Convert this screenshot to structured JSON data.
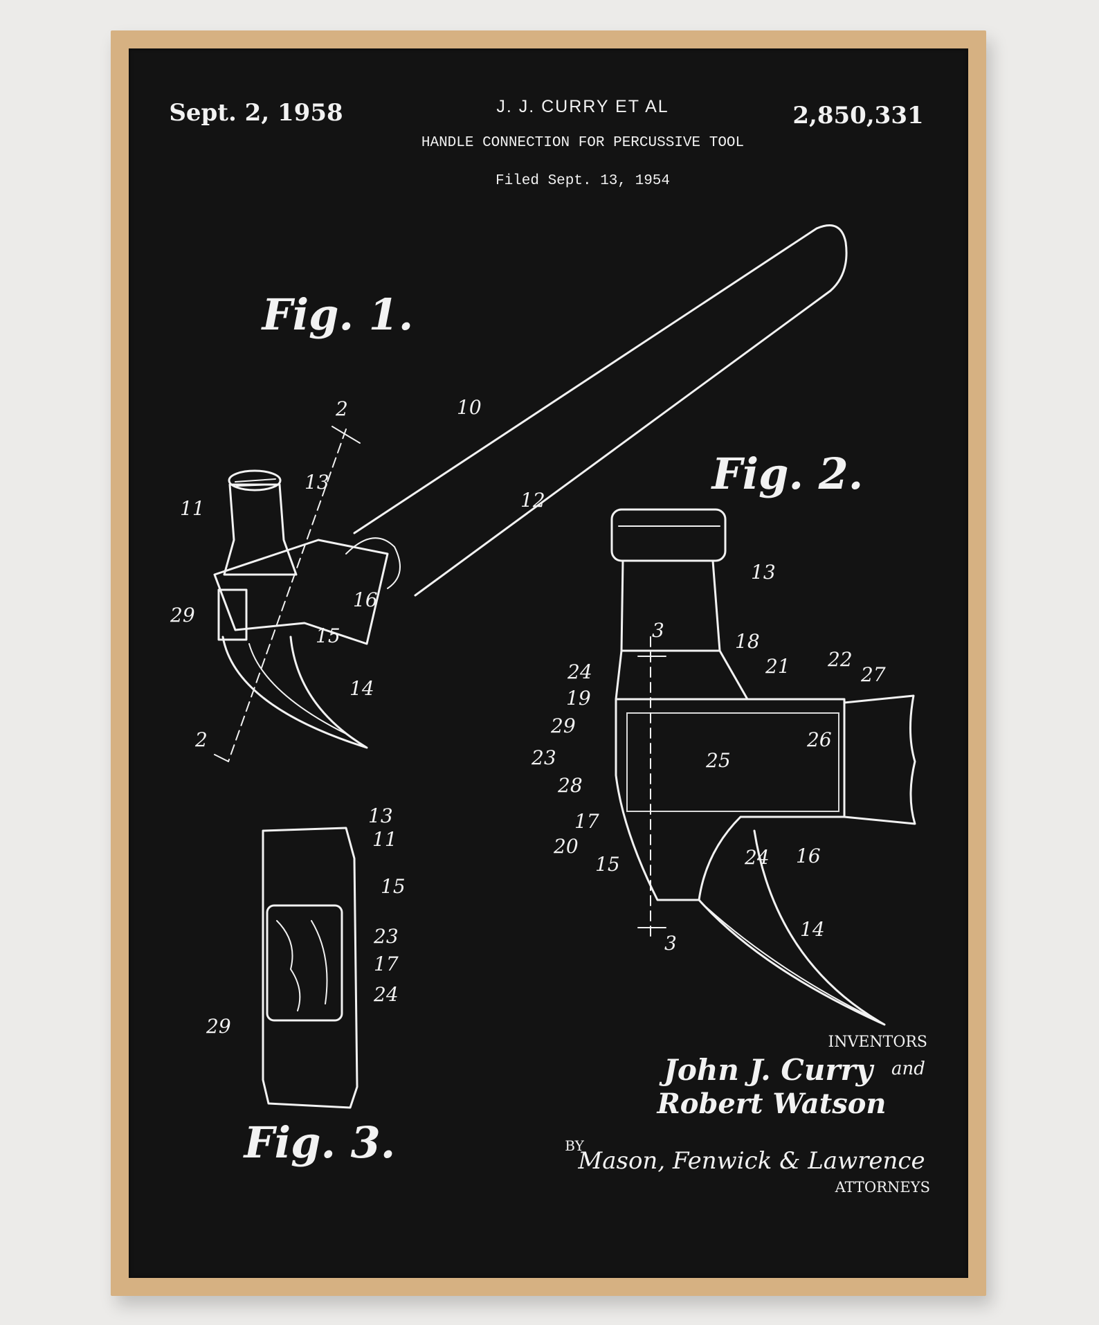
{
  "header": {
    "date": "Sept. 2, 1958",
    "inventor_line": "J. J. CURRY  ET AL",
    "title": "HANDLE CONNECTION FOR PERCUSSIVE TOOL",
    "filed": "Filed Sept. 13, 1954",
    "patent_number": "2,850,331"
  },
  "figures": {
    "fig1": "Fig. 1.",
    "fig2": "Fig. 2.",
    "fig3": "Fig. 3."
  },
  "fig1_labels": [
    "2",
    "10",
    "13",
    "11",
    "12",
    "16",
    "29",
    "15",
    "14",
    "2"
  ],
  "fig2_labels": [
    "13",
    "3",
    "18",
    "21",
    "22",
    "27",
    "24",
    "19",
    "29",
    "26",
    "23",
    "25",
    "28",
    "17",
    "20",
    "15",
    "24",
    "16",
    "14",
    "3"
  ],
  "fig3_labels": [
    "13",
    "11",
    "15",
    "23",
    "17",
    "24",
    "29"
  ],
  "footer": {
    "inventors_label": "INVENTORS",
    "and_text": "and",
    "inventor_1": "John J. Curry",
    "inventor_2": "Robert Watson",
    "by_label": "BY",
    "attorney_signature": "Mason, Fenwick & Lawrence",
    "attorneys_label": "ATTORNEYS"
  },
  "colors": {
    "frame": "#d6b182",
    "poster_background": "#131313",
    "ink": "#f2f2f2",
    "wall": "#ecebe9"
  }
}
